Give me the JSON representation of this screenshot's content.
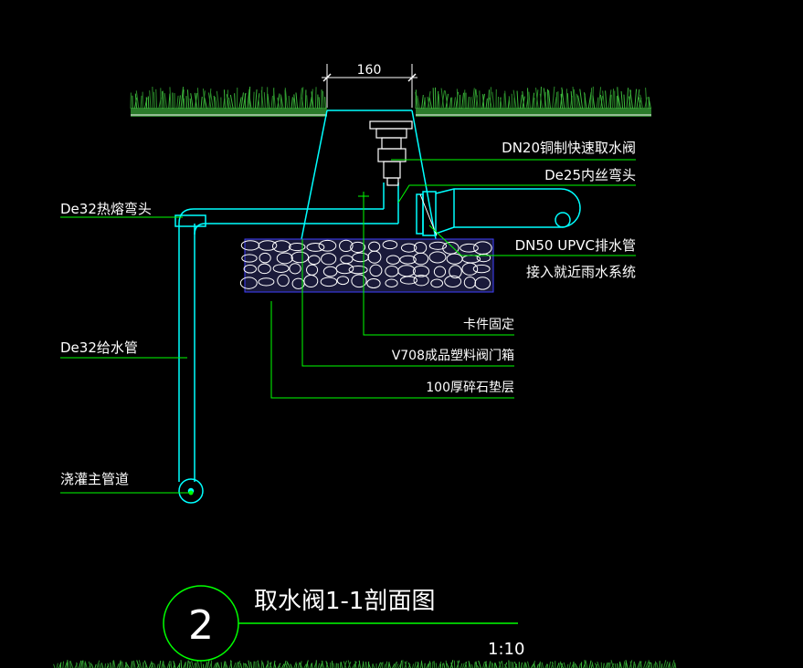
{
  "drawing": {
    "dimension": "160",
    "labels": {
      "valve": "DN20铜制快速取水阀",
      "elbow_inner": "De25内丝弯头",
      "elbow_hot": "De32热熔弯头",
      "drain_pipe": "DN50 UPVC排水管",
      "drain_connect": "接入就近雨水系统",
      "clamp": "卡件固定",
      "box": "V708成品塑料阀门箱",
      "gravel": "100厚碎石垫层",
      "supply_pipe": "De32给水管",
      "main_pipe": "浇灌主管道"
    },
    "title": {
      "number": "2",
      "text": "取水阀1-1剖面图",
      "scale": "1:10"
    },
    "colors": {
      "background": "#000000",
      "pipe": "#00ffff",
      "leader": "#00ff00",
      "text": "#ffffff",
      "grass": "#2ea82e",
      "gravel_fill": "#3a3ab0",
      "gravel_stone": "#ffffff",
      "valve": "#ffffff"
    }
  }
}
